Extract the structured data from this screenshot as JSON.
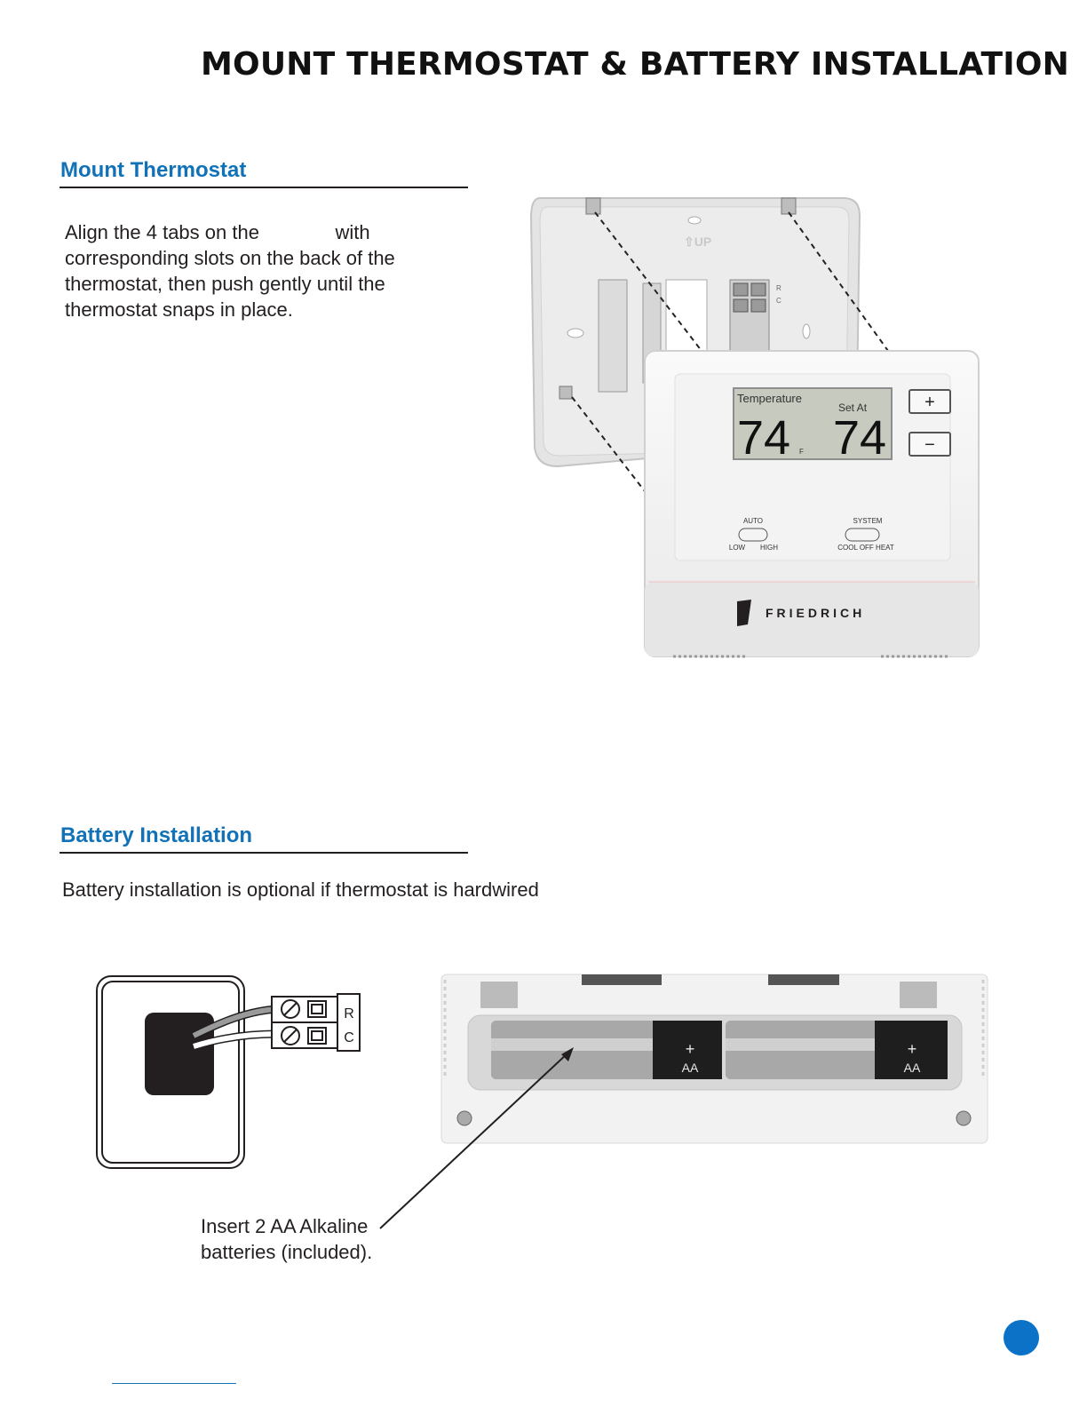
{
  "page": {
    "title": "MOUNT THERMOSTAT & BATTERY INSTALLATION",
    "accent_color": "#1272b8",
    "page_marker_color": "#0b72c8"
  },
  "mount_section": {
    "heading": "Mount Thermostat",
    "lines": [
      "Align the 4 tabs on the              with",
      "corresponding slots on the back of the",
      "thermostat, then push gently until the",
      "thermostat snaps in place."
    ]
  },
  "thermostat": {
    "display_label_left": "Temperature",
    "display_label_right": "Set At",
    "current_temp": "74",
    "set_temp": "74",
    "unit_mark": "F",
    "plus_button": "+",
    "minus_button": "−",
    "fan_switch_title": "AUTO",
    "fan_switch_low": "LOW",
    "fan_switch_high": "HIGH",
    "system_switch_title": "SYSTEM",
    "system_switch_options": "COOL OFF HEAT",
    "brand": "FRIEDRICH",
    "terminal_r": "R",
    "terminal_c": "C"
  },
  "battery_section": {
    "heading": "Battery Installation",
    "note": "Battery installation is optional if thermostat is hardwired",
    "wiring_terminal_r": "R",
    "wiring_terminal_c": "C",
    "callout_lines": [
      "Insert 2 AA Alkaline",
      "batteries (included)."
    ],
    "battery_label": "AA",
    "battery_plus": "+"
  }
}
